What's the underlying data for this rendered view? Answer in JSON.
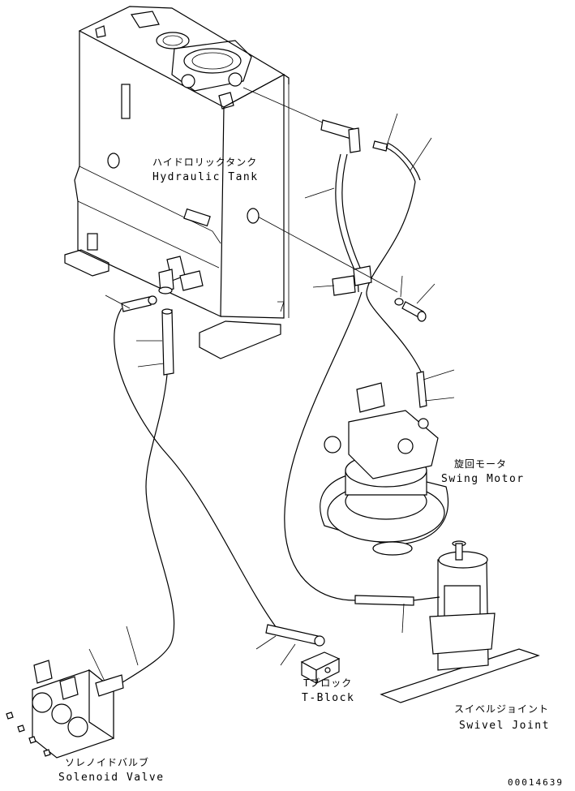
{
  "labels": {
    "hydraulic_tank_jp": "ハイドロリックタンク",
    "hydraulic_tank_en": "Hydraulic Tank",
    "swing_motor_jp": "旋回モータ",
    "swing_motor_en": "Swing Motor",
    "t_block_jp": "Tブロック",
    "t_block_en": "T-Block",
    "swivel_joint_jp": "スイベルジョイント",
    "swivel_joint_en": "Swivel Joint",
    "solenoid_valve_jp": "ソレノイドバルブ",
    "solenoid_valve_en": "Solenoid Valve"
  },
  "drawing_code": "00014639"
}
